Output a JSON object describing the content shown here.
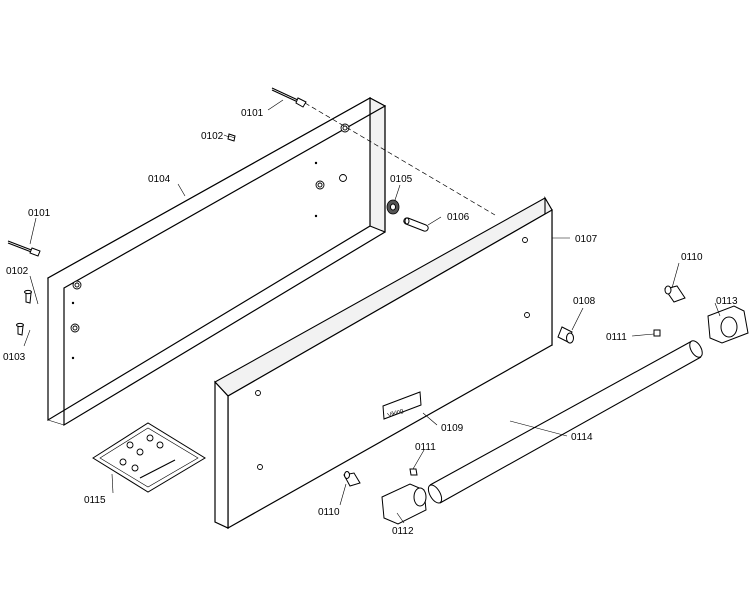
{
  "parts": {
    "p0101a": "0101",
    "p0101b": "0101",
    "p0102a": "0102",
    "p0102b": "0102",
    "p0103": "0103",
    "p0104": "0104",
    "p0105": "0105",
    "p0106": "0106",
    "p0107": "0107",
    "p0108": "0108",
    "p0109": "0109",
    "p0110a": "0110",
    "p0110b": "0110",
    "p0111a": "0111",
    "p0111b": "0111",
    "p0112": "0112",
    "p0113": "0113",
    "p0114": "0114",
    "p0115": "0115"
  },
  "badge_text": "Viking"
}
